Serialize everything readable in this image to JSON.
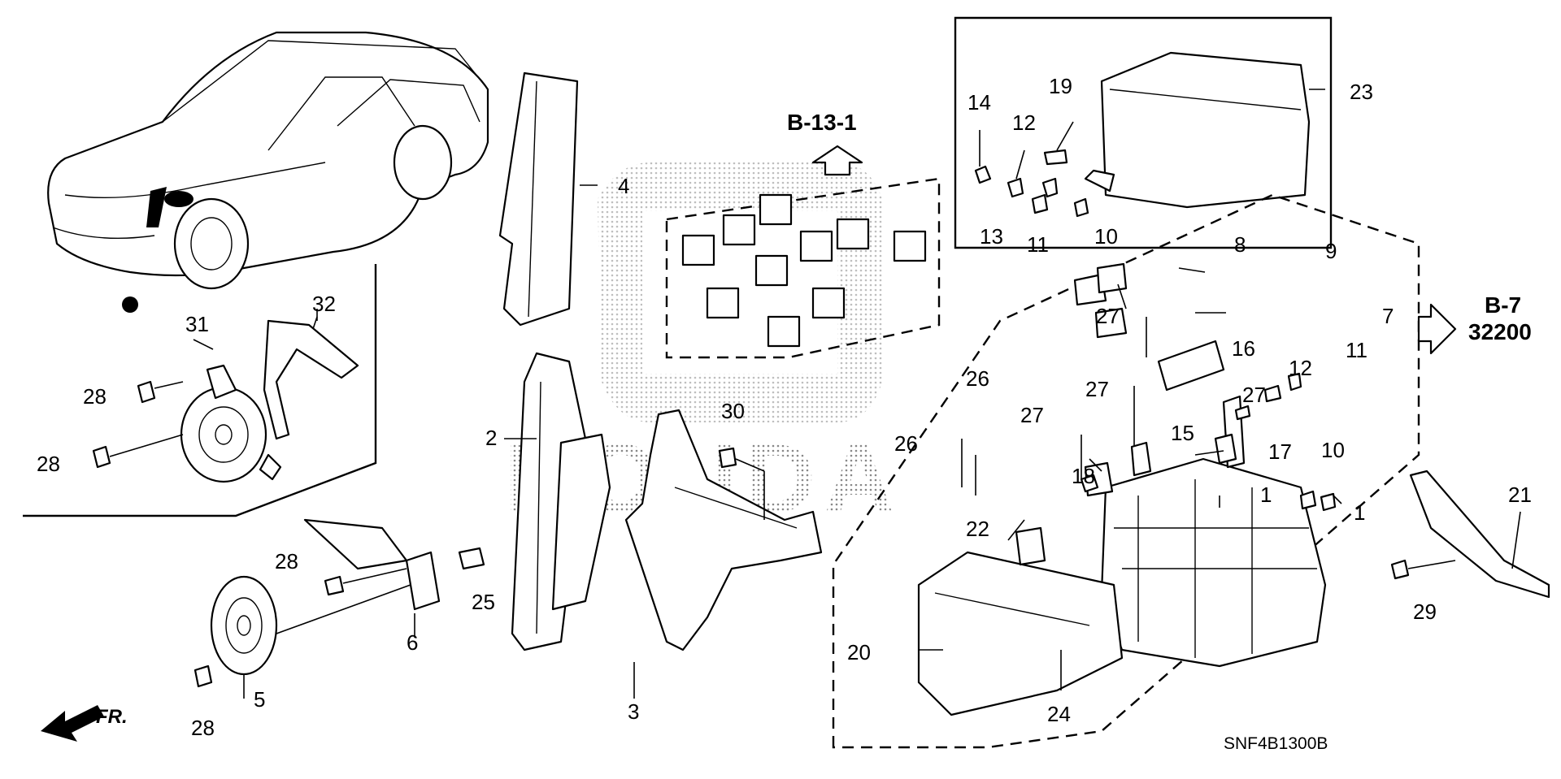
{
  "refs": {
    "b13": "B-13-1",
    "b7": "B-7",
    "b7_num": "32200"
  },
  "diagram_code": "SNF4B1300B",
  "front_label": "FR.",
  "labels": {
    "l1a": "1",
    "l1b": "1",
    "l2": "2",
    "l3": "3",
    "l4": "4",
    "l5": "5",
    "l6": "6",
    "l7": "7",
    "l8": "8",
    "l9": "9",
    "l10a": "10",
    "l10b": "10",
    "l11a": "11",
    "l11b": "11",
    "l12a": "12",
    "l12b": "12",
    "l13": "13",
    "l14": "14",
    "l15": "15",
    "l16": "16",
    "l17": "17",
    "l18": "18",
    "l19": "19",
    "l20": "20",
    "l21": "21",
    "l22": "22",
    "l23": "23",
    "l24": "24",
    "l25": "25",
    "l26a": "26",
    "l26b": "26",
    "l27a": "27",
    "l27b": "27",
    "l27c": "27",
    "l27d": "27",
    "l28a": "28",
    "l28b": "28",
    "l28c": "28",
    "l28d": "28",
    "l29": "29",
    "l30": "30",
    "l31": "31",
    "l32": "32"
  }
}
